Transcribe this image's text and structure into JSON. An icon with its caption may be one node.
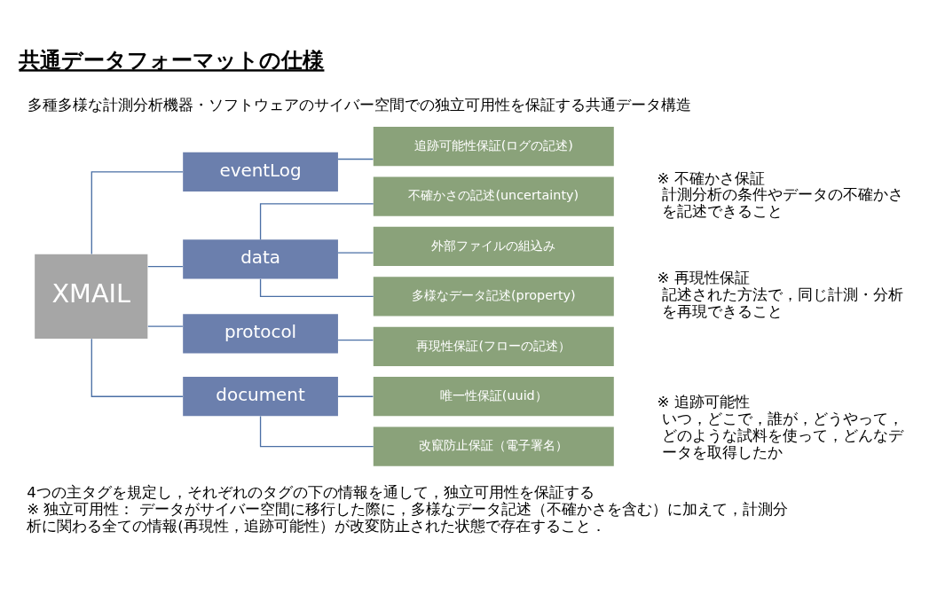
{
  "diagram": {
    "title": "共通データフォーマットの仕様",
    "nodes": [
      {
        "text": [
          "XMAIL"
        ]
      },
      {
        "text": [
          "document"
        ]
      },
      {
        "text": [
          "改竄防止保証（電子署名）"
        ]
      },
      {
        "text": [
          "唯一性保証(uuid）"
        ]
      },
      {
        "text": [
          "protocol"
        ]
      },
      {
        "text": [
          "再現性保証(フローの記述）"
        ]
      },
      {
        "text": [
          "data"
        ]
      },
      {
        "text": [
          "多様なデータ記述(property)"
        ]
      },
      {
        "text": [
          "外部ファイルの組込み"
        ]
      },
      {
        "text": [
          "不確かさの記述(uncertainty)"
        ]
      },
      {
        "text": [
          "eventLog"
        ]
      },
      {
        "text": [
          "追跡可能性保証(ログの記述)"
        ]
      }
    ],
    "edges": [
      {
        "from": 0,
        "to": 1,
        "arrow": "none"
      },
      {
        "from": 0,
        "to": 4,
        "arrow": "none"
      },
      {
        "from": 0,
        "to": 6,
        "arrow": "none"
      },
      {
        "from": 0,
        "to": 10,
        "arrow": "none"
      },
      {
        "from": 1,
        "to": 2,
        "arrow": "none"
      },
      {
        "from": 1,
        "to": 3,
        "arrow": "none"
      },
      {
        "from": 4,
        "to": 5,
        "arrow": "none"
      },
      {
        "from": 6,
        "to": 7,
        "arrow": "none"
      },
      {
        "from": 6,
        "to": 8,
        "arrow": "none"
      },
      {
        "from": 6,
        "to": 9,
        "arrow": "none"
      },
      {
        "from": 10,
        "to": 11,
        "arrow": "none"
      }
    ],
    "labels": [
      "多種多様な計測分析機器・ソフトウェアのサイバー空間での独立可用性を保証する共通データ構造",
      "※ 追跡可能性",
      "いつ，どこで，誰が，どうやって，どのような試料を使って，どんなデータを取得したか",
      "※ 再現性保証",
      "記述された方法で，同じ計測・分析を再現できること",
      "※ 不確かさ保証",
      "計測分析の条件やデータの不確かさを記述できること",
      "4つの主タグを規定し，それぞれのタグの下の情報を通して，独立可用性を保証する",
      "※ 独立可用性： データがサイバー空間に移行した際に，多様なデータ記述（不確かさを含む）に加えて，計測分析に関わる全ての情報(再現性，追跡可能性）が改変防止された状態で存在すること．"
    ]
  }
}
